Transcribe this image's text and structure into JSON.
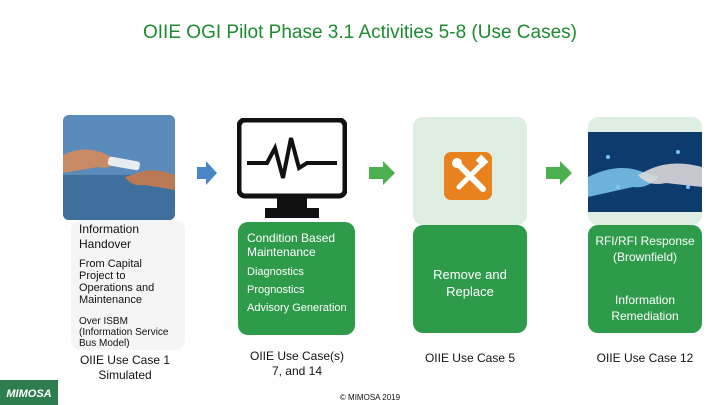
{
  "title": "OIIE OGI Pilot Phase 3.1 Activities 5-8 (Use Cases)",
  "stage1": {
    "heading_line1": "Information",
    "heading_line2": "Handover",
    "detail1": "From Capital Project to Operations and Maintenance",
    "detail2": "Over ISBM (Information Service Bus Model)",
    "use_case_line1": "OIIE Use Case 1",
    "use_case_line2": "Simulated"
  },
  "stage2": {
    "heading": "Condition Based Maintenance",
    "item1": "Diagnostics",
    "item2": "Prognostics",
    "item3": "Advisory Generation",
    "use_case_line1": "OIIE Use Case(s)",
    "use_case_line2": "7, and 14"
  },
  "stage3": {
    "heading": "Remove and Replace",
    "use_case": "OIIE Use Case 5"
  },
  "stage4": {
    "heading1": "RFI/RFI Response (Brownfield)",
    "heading2": "Information Remediation",
    "use_case": "OIIE Use Case 12"
  },
  "footer": {
    "copyright": "© MIMOSA 2019"
  },
  "logo": {
    "text": "MIMOSA"
  },
  "colors": {
    "title_green": "#1e8a2f",
    "card_green": "#2e9b4a",
    "arrow_blue": "#4a86c5",
    "arrow_green": "#4caf50",
    "icon_orange": "#e8821e"
  }
}
